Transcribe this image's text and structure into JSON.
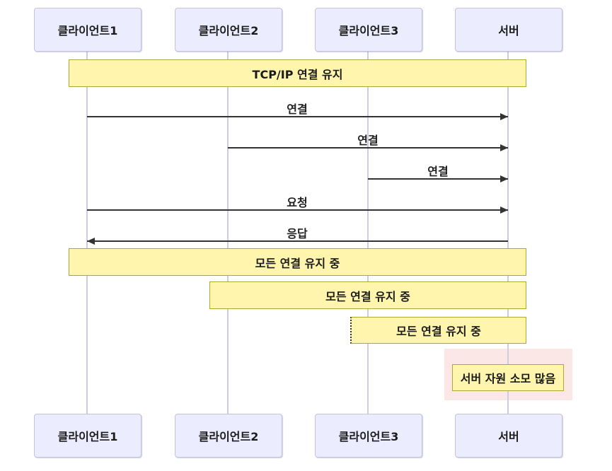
{
  "diagram": {
    "type": "sequence-diagram",
    "background": "#ffffff",
    "colors": {
      "actor_fill": "#ececff",
      "actor_border": "#c3c3e0",
      "lifeline": "#cdcde2",
      "note_fill": "#fff5ad",
      "note_border": "#aaaa33",
      "message_line": "#333333",
      "highlight_fill": "#fce7e7",
      "text": "#1b1b1b"
    },
    "actors": [
      {
        "id": "client1",
        "label": "클라이언트1"
      },
      {
        "id": "client2",
        "label": "클라이언트2"
      },
      {
        "id": "client3",
        "label": "클라이언트3"
      },
      {
        "id": "server",
        "label": "서버"
      }
    ],
    "notes": [
      {
        "text": "TCP/IP 연결 유지",
        "over": [
          "client1",
          "server"
        ]
      },
      {
        "text": "모든 연결 유지 중",
        "over": [
          "client1",
          "server"
        ]
      },
      {
        "text": "모든 연결 유지 중",
        "over": [
          "client2",
          "server"
        ]
      },
      {
        "text": "모든 연결 유지 중",
        "over": [
          "client3",
          "server"
        ]
      },
      {
        "text": "서버 자원 소모 많음",
        "over": [
          "server"
        ]
      }
    ],
    "messages": [
      {
        "label": "연결",
        "from": "client1",
        "to": "server"
      },
      {
        "label": "연결",
        "from": "client2",
        "to": "server"
      },
      {
        "label": "연결",
        "from": "client3",
        "to": "server"
      },
      {
        "label": "요청",
        "from": "client1",
        "to": "server"
      },
      {
        "label": "응답",
        "from": "server",
        "to": "client1"
      }
    ]
  }
}
